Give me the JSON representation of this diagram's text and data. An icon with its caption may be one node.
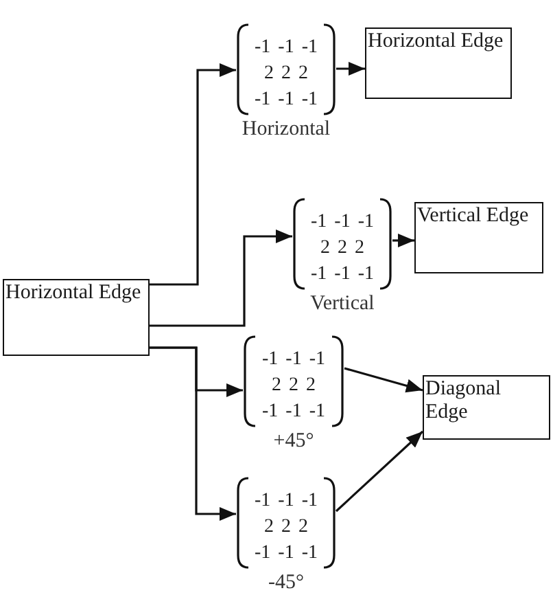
{
  "diagram": {
    "nodes": [
      {
        "text": [
          "Horizontal Edge"
        ]
      },
      {
        "text": [
          "-1 -1 -1",
          "2 2 2",
          "-1 -1 -1"
        ],
        "beside": [
          "Horizontal"
        ]
      },
      {
        "text": [
          "Horizontal Edge"
        ]
      },
      {
        "text": [
          "-1 -1 -1",
          "2 2 2",
          "-1 -1 -1"
        ],
        "beside": [
          "Vertical"
        ]
      },
      {
        "text": [
          "Vertical Edge"
        ]
      },
      {
        "text": [
          "-1 -1 -1",
          "2 2 2",
          "-1 -1 -1"
        ],
        "beside": [
          "+45°"
        ]
      },
      {
        "text": [
          "-1 -1 -1",
          "2 2 2",
          "-1 -1 -1"
        ],
        "beside": [
          "-45°"
        ]
      },
      {
        "text": [
          "Diagonal Edge"
        ]
      }
    ],
    "edges": [
      {
        "from": 0,
        "to": 1,
        "arrow": "to"
      },
      {
        "from": 1,
        "to": 2,
        "arrow": "to"
      },
      {
        "from": 0,
        "to": 3,
        "arrow": "to"
      },
      {
        "from": 3,
        "to": 4,
        "arrow": "to"
      },
      {
        "from": 0,
        "to": 5,
        "arrow": "to"
      },
      {
        "from": 0,
        "to": 6,
        "arrow": "to"
      },
      {
        "from": 5,
        "to": 7,
        "arrow": "to"
      },
      {
        "from": 6,
        "to": 7,
        "arrow": "to"
      }
    ]
  }
}
